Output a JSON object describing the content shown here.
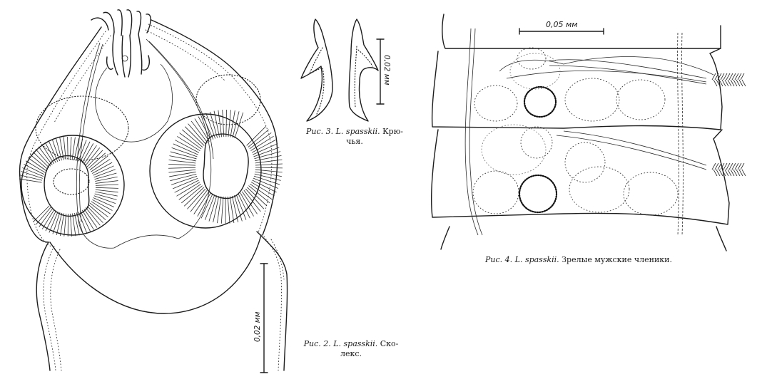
{
  "figures": [
    {
      "id": "fig2",
      "caption": {
        "prefix": "Рис. 2.",
        "species": "L. spasskii.",
        "text_line1": "Ско-",
        "text_line2": "лекс."
      },
      "scale_bar": {
        "label": "0,02 мм"
      }
    },
    {
      "id": "fig3",
      "caption": {
        "prefix": "Рис. 3.",
        "species": "L. spasskii.",
        "text_line1": "Крю-",
        "text_line2": "чья."
      },
      "scale_bar": {
        "label": "0,02 мм"
      }
    },
    {
      "id": "fig4",
      "caption": {
        "prefix": "Рис. 4.",
        "species": "L. spasskii.",
        "text_line1": "Зрелые мужские членики."
      },
      "scale_bar": {
        "label": "0,05 мм"
      }
    }
  ],
  "colors": {
    "ink": "#1c1c1c",
    "paper": "#ffffff"
  }
}
